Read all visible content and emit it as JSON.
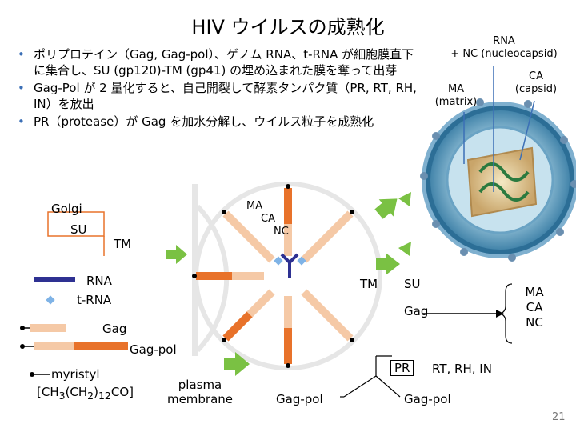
{
  "title": "HIV ウイルスの成熟化",
  "bullets": [
    "ポリプロテイン（Gag, Gag-pol）、ゲノム RNA、t-RNA が細胞膜直下に集合し、SU (gp120)-TM (gp41) の埋め込まれた膜を奪って出芽",
    "Gag-Pol が 2 量化すると、自己開裂して酵素タンパク質（PR, RT, RH, IN）を放出",
    "PR（protease）が Gag を加水分解し、ウイルス粒子を成熟化"
  ],
  "virus_labels": {
    "rna_nc_line1": "RNA",
    "rna_nc_line2": "+ NC (nucleocapsid)",
    "ca_line1": "CA",
    "ca_line2": "(capsid)",
    "ma_line1": "MA",
    "ma_line2": "(matrix)"
  },
  "legend": {
    "golgi": "Golgi",
    "su": "SU",
    "tm": "TM",
    "rna": "RNA",
    "trna": "t-RNA",
    "gag": "Gag",
    "gagpol": "Gag-pol",
    "myristyl": "myristyl",
    "myristyl_formula_a": "[CH",
    "myristyl_formula_sub1": "3",
    "myristyl_formula_b": "(CH",
    "myristyl_formula_sub2": "2",
    "myristyl_formula_c": ")",
    "myristyl_formula_sub3": "12",
    "myristyl_formula_d": "CO]",
    "plasma1": "plasma",
    "plasma2": "membrane"
  },
  "particle": {
    "ma": "MA",
    "ca": "CA",
    "nc": "NC",
    "tm": "TM",
    "su": "SU"
  },
  "cleavage": {
    "gag": "Gag",
    "ma": "MA",
    "ca": "CA",
    "nc": "NC",
    "pr": "PR",
    "rt_rh_in": "RT, RH, IN",
    "gagpol_left": "Gag-pol",
    "gagpol_right": "Gag-pol"
  },
  "page_number": "21",
  "colors": {
    "peach": "#f5c9a6",
    "orange": "#e8722a",
    "navy": "#2e3192",
    "arrow_green": "#7ac143",
    "trna": "#7fb3e6",
    "bullet": "#3b6fb6"
  }
}
